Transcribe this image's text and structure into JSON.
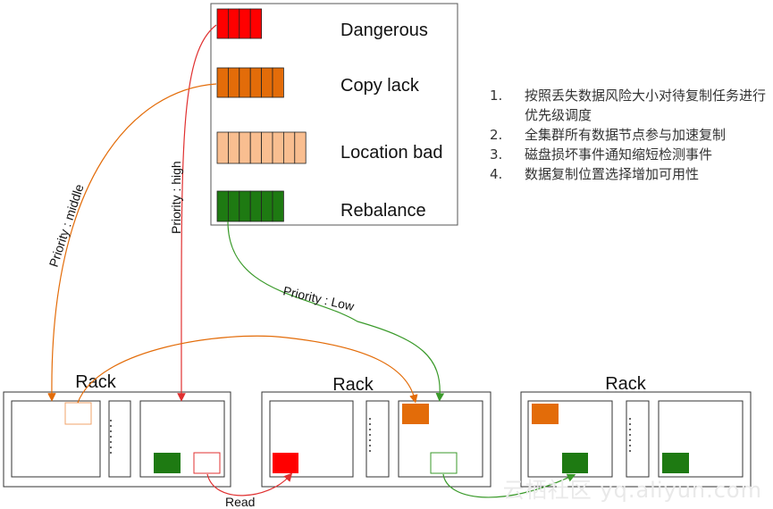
{
  "legend": {
    "items": [
      {
        "label": "Dangerous",
        "fill": "#ff0000",
        "cells": 4
      },
      {
        "label": "Copy lack",
        "fill": "#e36c09",
        "cells": 6
      },
      {
        "label": "Location bad",
        "fill": "#f9be90",
        "cells": 8
      },
      {
        "label": "Rebalance",
        "fill": "#1e7a12",
        "cells": 6
      }
    ]
  },
  "arrows": {
    "high": "Priority : high",
    "middle": "Priority : middle",
    "low": "Priority : Low",
    "read": "Read"
  },
  "racks": [
    {
      "label": "Rack"
    },
    {
      "label": "Rack"
    },
    {
      "label": "Rack"
    }
  ],
  "notes": [
    {
      "num": "1.",
      "text": "按照丢失数据风险大小对待复制任务进行优先级调度"
    },
    {
      "num": "2.",
      "text": "全集群所有数据节点参与加速复制"
    },
    {
      "num": "3.",
      "text": "磁盘损坏事件通知缩短检测事件"
    },
    {
      "num": "4.",
      "text": "数据复制位置选择增加可用性"
    }
  ],
  "watermark": "云栖社区 yq.aliyun.com",
  "colors": {
    "red": "#ff0000",
    "orange": "#e36c09",
    "green": "#1e7a12",
    "frame": "#333333"
  }
}
